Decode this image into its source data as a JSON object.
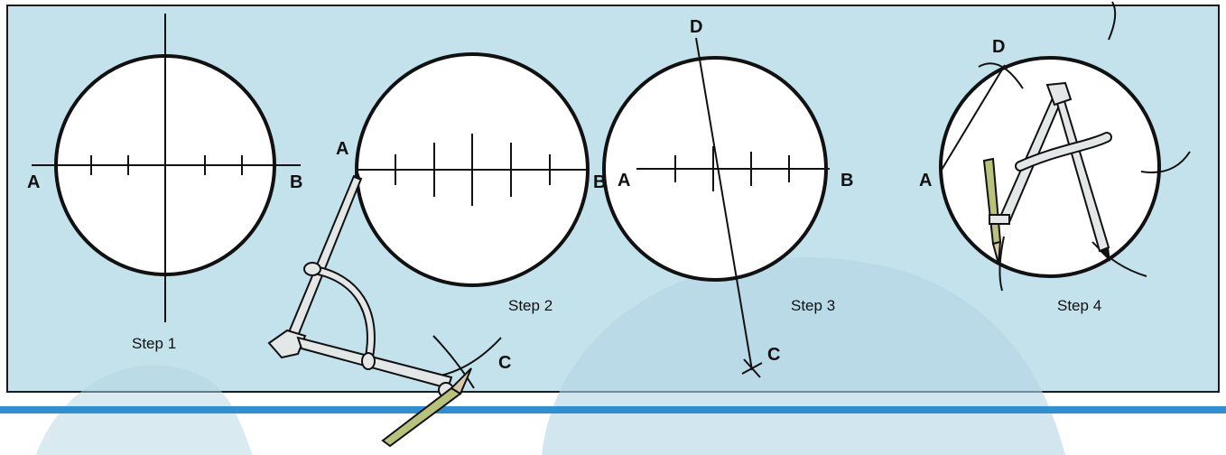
{
  "steps": [
    {
      "caption": "Step 1",
      "labels": {
        "a": "A",
        "b": "B"
      }
    },
    {
      "caption": "Step 2",
      "labels": {
        "a": "A",
        "b": "B",
        "c": "C"
      }
    },
    {
      "caption": "Step 3",
      "labels": {
        "a": "A",
        "b": "B",
        "c": "C",
        "d": "D"
      }
    },
    {
      "caption": "Step 4",
      "labels": {
        "a": "A",
        "d": "D"
      }
    }
  ],
  "colors": {
    "panel_background": "#c3e2ec",
    "panel_border": "#1a1a1a",
    "accent_stripe": "#2f8fd3",
    "tool_metal": "#e4e7e8",
    "pencil": "#b9c27a"
  }
}
